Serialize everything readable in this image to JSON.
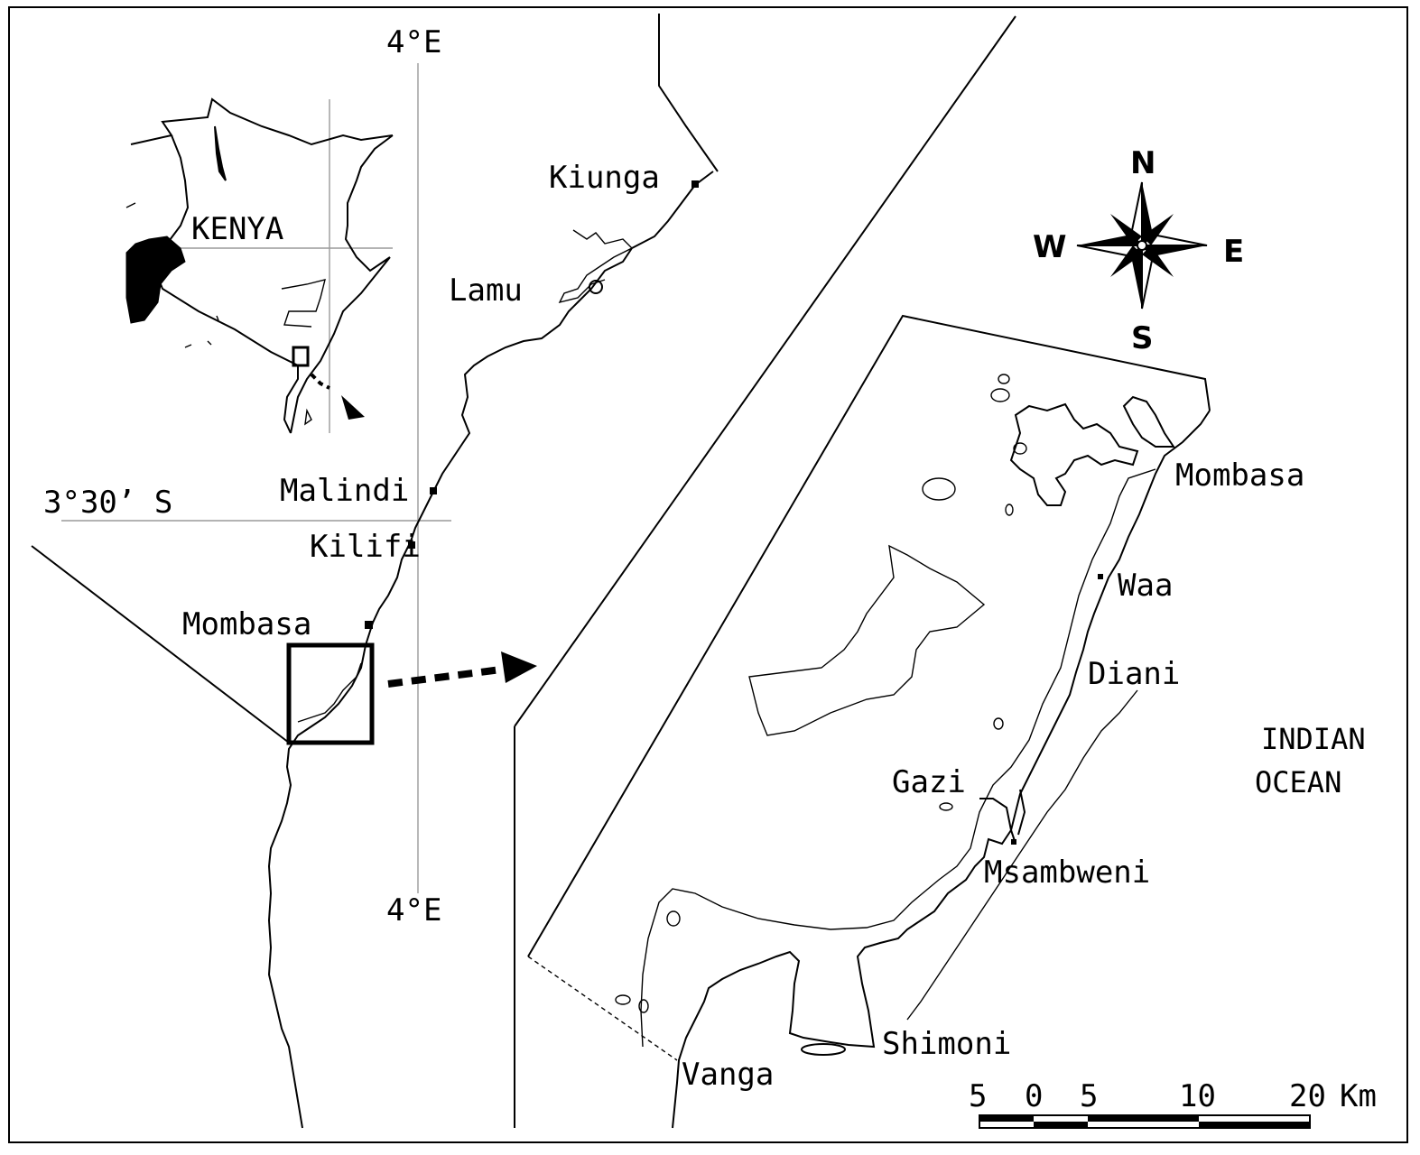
{
  "labels": {
    "lon_top": "4°E",
    "lon_bottom": "4°E",
    "lat_left": "3°30’ S",
    "country": "KENYA",
    "ocean_line1": "INDIAN",
    "ocean_line2": "OCEAN"
  },
  "places_main": {
    "kiunga": "Kiunga",
    "lamu": "Lamu",
    "malindi": "Malindi",
    "kilifi": "Kilifi",
    "mombasa": "Mombasa"
  },
  "places_detail": {
    "mombasa": "Mombasa",
    "waa": "Waa",
    "diani": "Diani",
    "gazi": "Gazi",
    "msambweni": "Msambweni",
    "shimoni": "Shimoni",
    "vanga": "Vanga"
  },
  "compass": {
    "n": "N",
    "s": "S",
    "e": "E",
    "w": "W"
  },
  "scale_bar": {
    "ticks": [
      "5",
      "0",
      "5",
      "10",
      "20"
    ],
    "unit": "Km"
  }
}
